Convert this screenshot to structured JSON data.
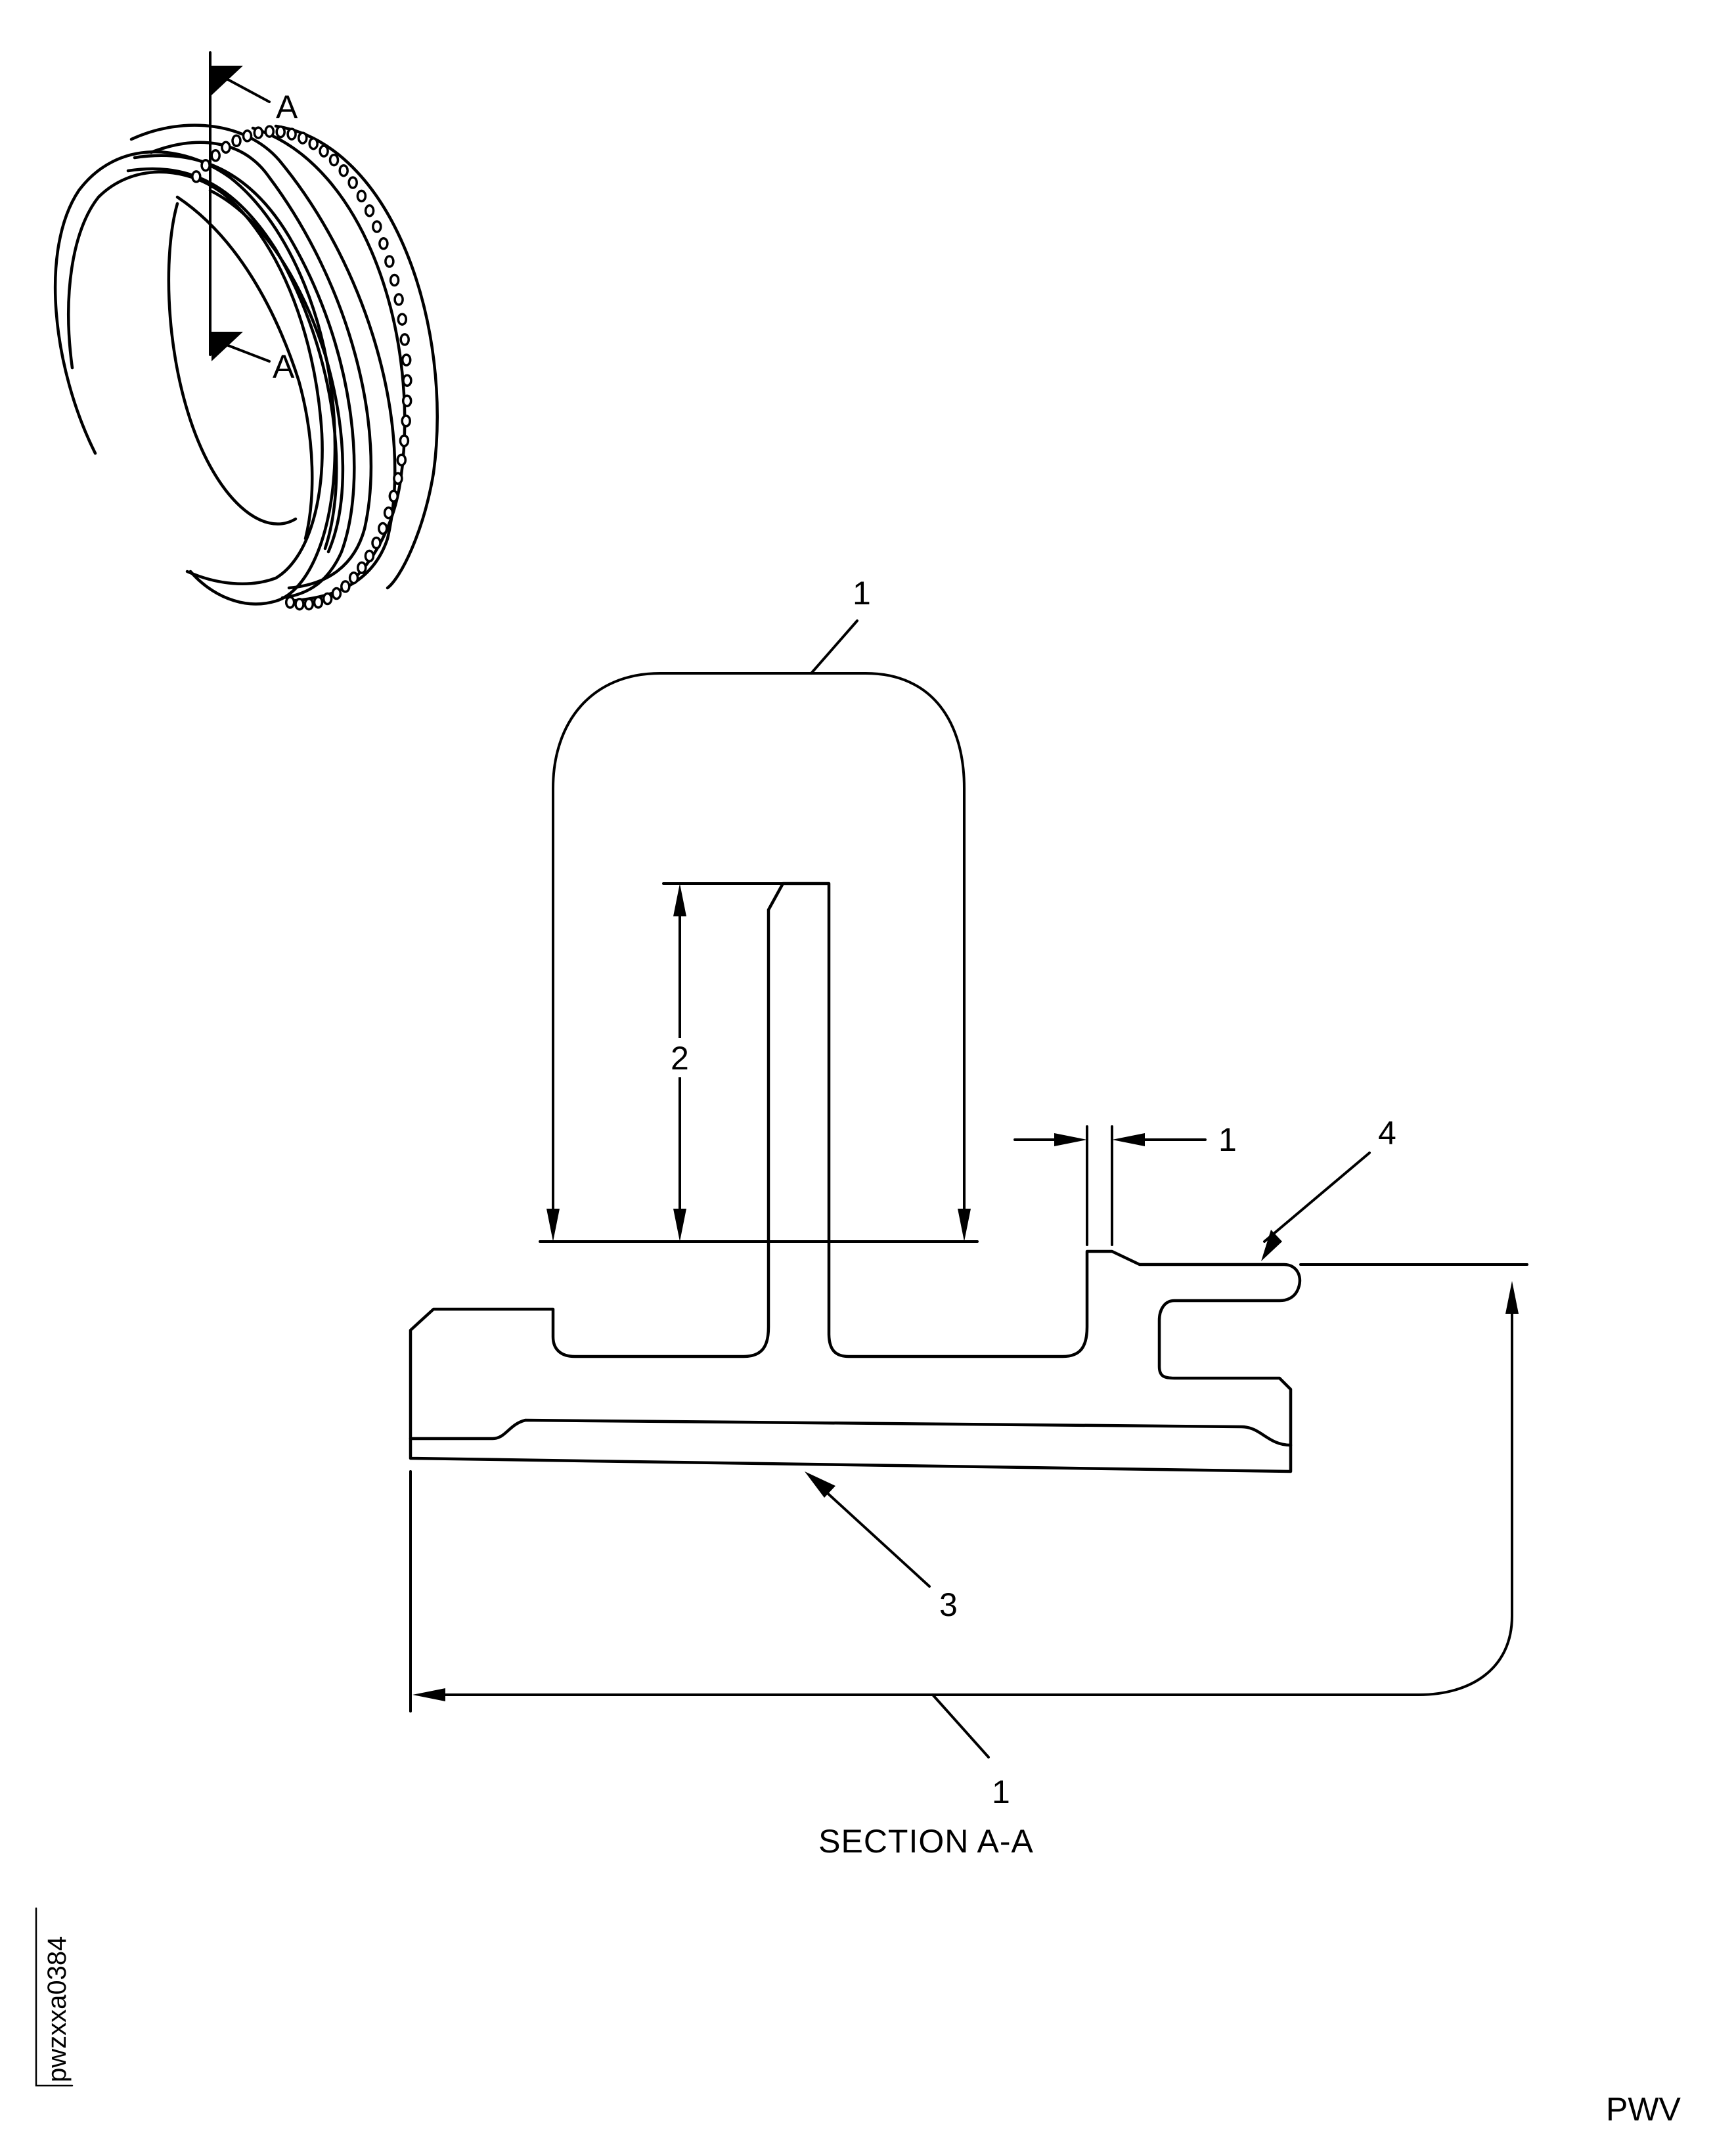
{
  "section_marker": "A",
  "callouts": {
    "top_width": "1",
    "stem_height": "2",
    "bottom_surface": "3",
    "lip": "4",
    "gap_width": "1",
    "overall_length": "1"
  },
  "caption": "SECTION A-A",
  "figure_id": "pwzxxa0384",
  "footer_code": "PWV"
}
